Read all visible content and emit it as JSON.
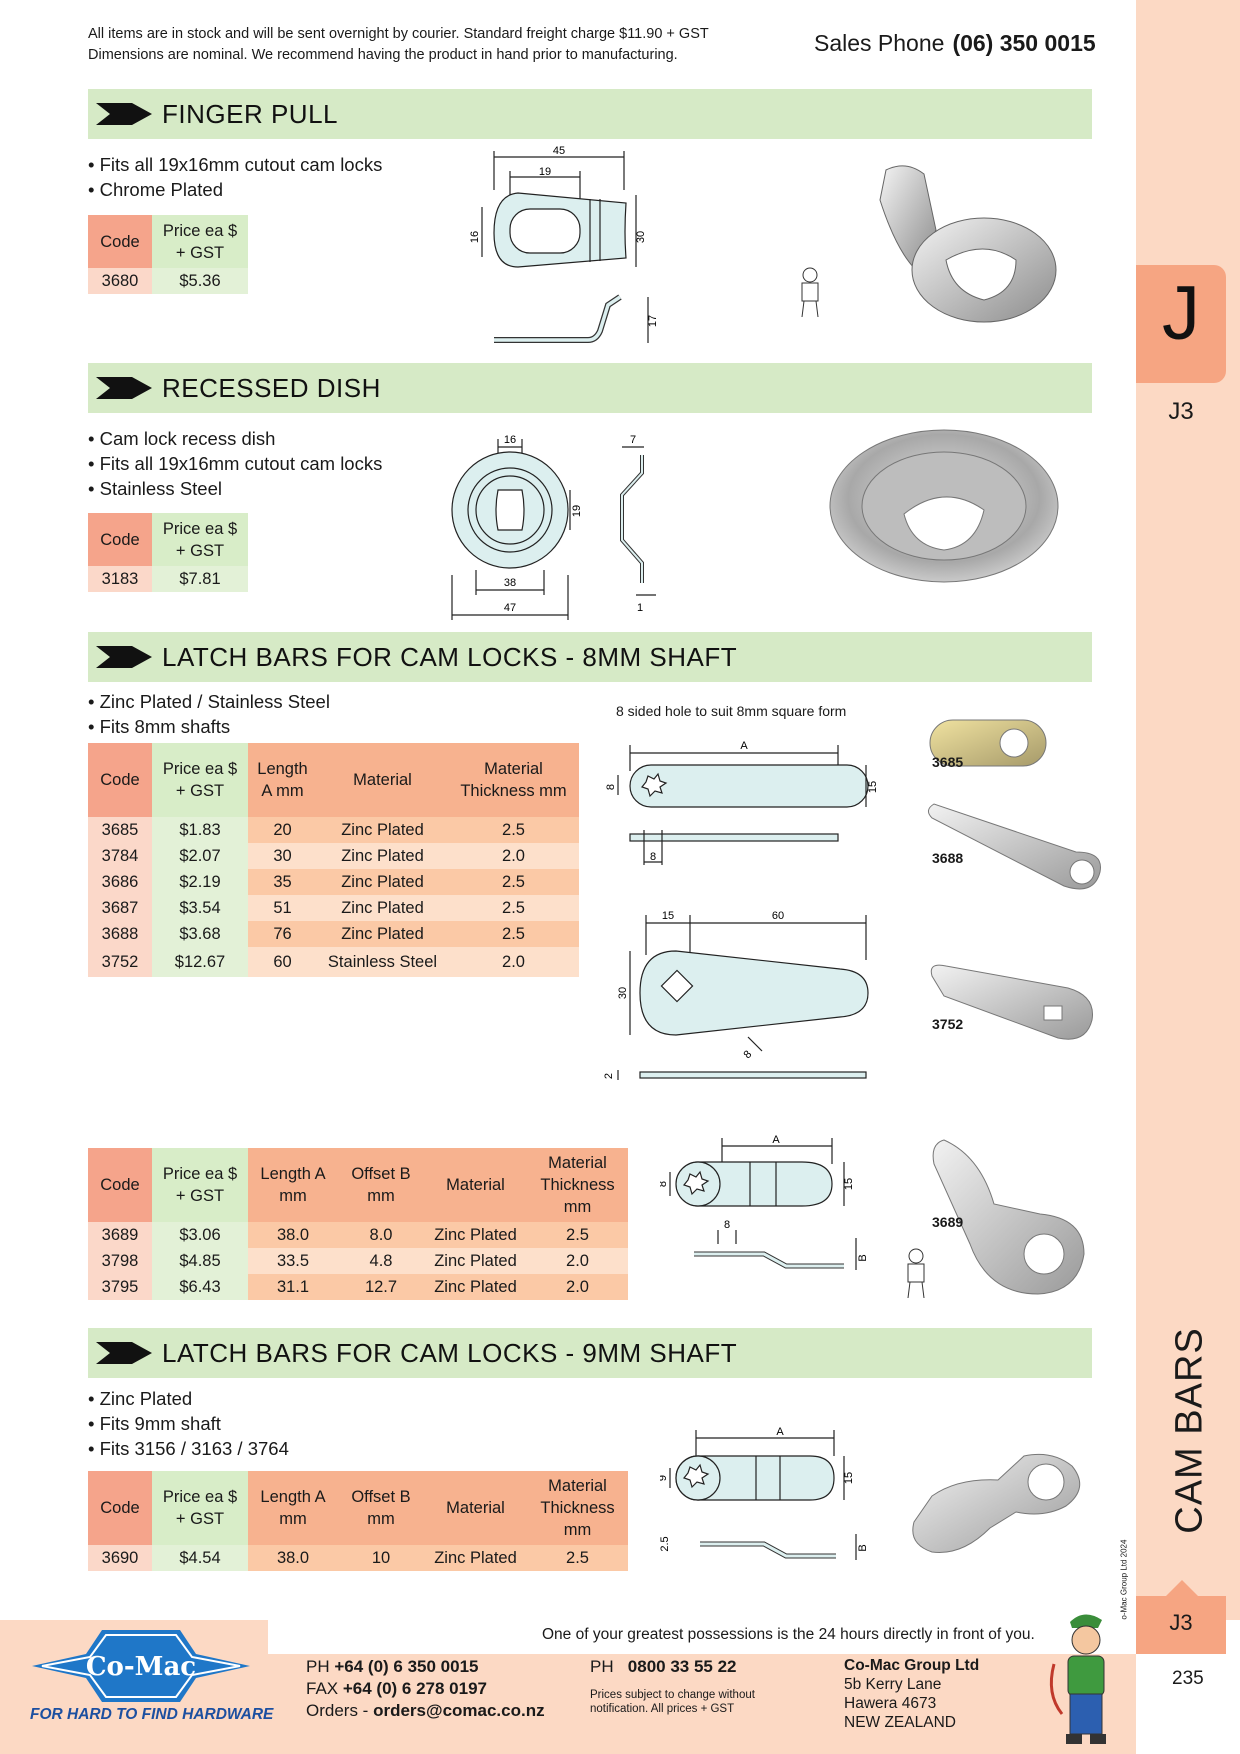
{
  "notice": {
    "line1": "All items are in stock and will be sent overnight by courier. Standard freight charge $11.90 + GST",
    "line2": "Dimensions are nominal. We recommend having the product in hand prior to manufacturing."
  },
  "sales": {
    "label": "Sales Phone",
    "number": "(06) 350 0015"
  },
  "side": {
    "letter": "J",
    "ref": "J3",
    "section": "CAM BARS",
    "ref_bottom": "J3",
    "copyright": "© Co-Mac Group Ltd 2024"
  },
  "finger_pull": {
    "title": "FINGER PULL",
    "bullets": [
      "• Fits all 19x16mm cutout cam locks",
      "• Chrome Plated"
    ],
    "headers": [
      "Code",
      "Price ea $ + GST"
    ],
    "rows": [
      [
        "3680",
        "$5.36"
      ]
    ],
    "dims": {
      "a": "45",
      "b": "19",
      "c": "16",
      "d": "30",
      "e": "17"
    }
  },
  "recessed_dish": {
    "title": "RECESSED DISH",
    "bullets": [
      "• Cam lock recess dish",
      "• Fits all 19x16mm cutout cam locks",
      "• Stainless Steel"
    ],
    "headers": [
      "Code",
      "Price ea $ + GST"
    ],
    "rows": [
      [
        "3183",
        "$7.81"
      ]
    ],
    "dims": {
      "a": "16",
      "b": "19",
      "c": "38",
      "d": "47",
      "e": "7",
      "f": "1"
    }
  },
  "latch8": {
    "title": "LATCH BARS FOR CAM LOCKS - 8MM SHAFT",
    "bullets": [
      "• Zinc Plated / Stainless Steel",
      "• Fits 8mm shafts"
    ],
    "caption": "8 sided hole to suit 8mm square form",
    "headers": [
      "Code",
      "Price ea $ + GST",
      "Length A mm",
      "Material",
      "Material Thickness mm"
    ],
    "rows": [
      [
        "3685",
        "$1.83",
        "20",
        "Zinc Plated",
        "2.5"
      ],
      [
        "3784",
        "$2.07",
        "30",
        "Zinc Plated",
        "2.0"
      ],
      [
        "3686",
        "$2.19",
        "35",
        "Zinc Plated",
        "2.5"
      ],
      [
        "3687",
        "$3.54",
        "51",
        "Zinc Plated",
        "2.5"
      ],
      [
        "3688",
        "$3.68",
        "76",
        "Zinc Plated",
        "2.5"
      ],
      [
        "3752",
        "$12.67",
        "60",
        "Stainless Steel",
        "2.0"
      ]
    ],
    "dims": {
      "a": "A",
      "h": "8",
      "w": "15",
      "t": "8",
      "l1": "15",
      "l2": "60",
      "ht": "30",
      "sq": "8",
      "th": "2"
    },
    "photo_labels": [
      "3685",
      "3688",
      "3752"
    ]
  },
  "offset8": {
    "headers": [
      "Code",
      "Price ea $ + GST",
      "Length A mm",
      "Offset B mm",
      "Material",
      "Material Thickness mm"
    ],
    "rows": [
      [
        "3689",
        "$3.06",
        "38.0",
        "8.0",
        "Zinc Plated",
        "2.5"
      ],
      [
        "3798",
        "$4.85",
        "33.5",
        "4.8",
        "Zinc Plated",
        "2.0"
      ],
      [
        "3795",
        "$6.43",
        "31.1",
        "12.7",
        "Zinc Plated",
        "2.0"
      ]
    ],
    "dims": {
      "a": "A",
      "h": "8",
      "w": "15",
      "t": "8",
      "b": "B"
    },
    "photo_label": "3689"
  },
  "latch9": {
    "title": "LATCH BARS FOR CAM LOCKS - 9MM SHAFT",
    "bullets": [
      "• Zinc Plated",
      "• Fits 9mm shaft",
      "• Fits 3156 / 3163 / 3764"
    ],
    "headers": [
      "Code",
      "Price ea $ + GST",
      "Length A mm",
      "Offset B mm",
      "Material",
      "Material Thickness mm"
    ],
    "rows": [
      [
        "3690",
        "$4.54",
        "38.0",
        "10",
        "Zinc Plated",
        "2.5"
      ]
    ],
    "dims": {
      "a": "A",
      "h": "9",
      "w": "15",
      "th": "2.5",
      "b": "B"
    }
  },
  "footer": {
    "quote": "One of your greatest possessions is the 24 hours directly in front of you.",
    "logo": "Co-Mac",
    "tagline": "FOR HARD TO FIND HARDWARE",
    "ph_label": "PH",
    "ph": "+64 (0) 6 350 0015",
    "fax_label": "FAX",
    "fax": "+64 (0) 6 278 0197",
    "orders_label": "Orders -",
    "orders": "orders@comac.co.nz",
    "ph2_label": "PH",
    "ph2": "0800 33 55 22",
    "disclaimer1": "Prices subject to change without",
    "disclaimer2": "notification. All prices + GST",
    "company": "Co-Mac Group Ltd",
    "addr1": "5b Kerry Lane",
    "addr2": "Hawera 4673",
    "addr3": "NEW ZEALAND",
    "page": "235"
  }
}
